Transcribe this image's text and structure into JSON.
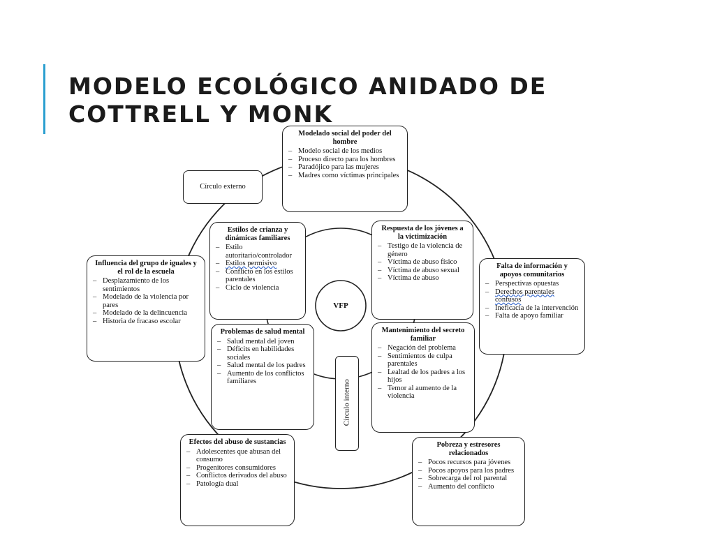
{
  "title": "MODELO ECOLÓGICO ANIDADO DE COTTRELL Y MONK",
  "labels": {
    "outer_circle": "Círculo externo",
    "inner_circle": "Círculo interno",
    "center": "VFP"
  },
  "boxes": {
    "modelado_social": {
      "title": "Modelado social del poder del hombre",
      "items": [
        "Modelo social de los medios",
        "Proceso directo para los hombres",
        "Paradójico para las mujeres",
        "Madres como víctimas principales"
      ]
    },
    "falta_informacion": {
      "title": "Falta de información y apoyos comunitarios",
      "items": [
        "Perspectivas opuestas",
        "Derechos parentales confusos",
        "Ineficacia de la intervención",
        "Falta de apoyo familiar"
      ]
    },
    "pobreza": {
      "title": "Pobreza y estresores relacionados",
      "items": [
        "Pocos recursos para jóvenes",
        "Pocos apoyos para los padres",
        "Sobrecarga del rol parental",
        "Aumento del conflicto"
      ]
    },
    "abuso_sustancias": {
      "title": "Efectos del abuso de sustancias",
      "items": [
        "Adolescentes que abusan del consumo",
        "Progenitores consumidores",
        "Conflictos derivados del abuso",
        "Patología dual"
      ]
    },
    "grupo_iguales": {
      "title": "Influencia del grupo de iguales y el rol de la escuela",
      "items": [
        "Desplazamiento de los sentimientos",
        "Modelado de la violencia por pares",
        "Modelado de la delincuencia",
        "Historia de fracaso escolar"
      ]
    },
    "estilos_crianza": {
      "title": "Estilos de crianza y dinámicas familiares",
      "items": [
        "Estilo autoritario/controlador",
        "Estilos permisivo",
        "Conflicto en los estilos parentales",
        "Ciclo de violencia"
      ]
    },
    "respuesta_jovenes": {
      "title": "Respuesta de los jóvenes a la victimización",
      "items": [
        "Testigo de la violencia de género",
        "Víctima de abuso físico",
        "Víctima de abuso sexual",
        "Víctima de abuso"
      ]
    },
    "salud_mental": {
      "title": "Problemas de salud mental",
      "items": [
        "Salud mental del joven",
        "Déficits en habilidades sociales",
        "Salud mental de los padres",
        "Aumento de los conflictos familiares"
      ]
    },
    "secreto_familiar": {
      "title": "Mantenimiento del secreto familiar",
      "items": [
        "Negación del problema",
        "Sentimientos de culpa parentales",
        "Lealtad de los padres a los hijos",
        "Temor al aumento de la violencia"
      ]
    }
  }
}
